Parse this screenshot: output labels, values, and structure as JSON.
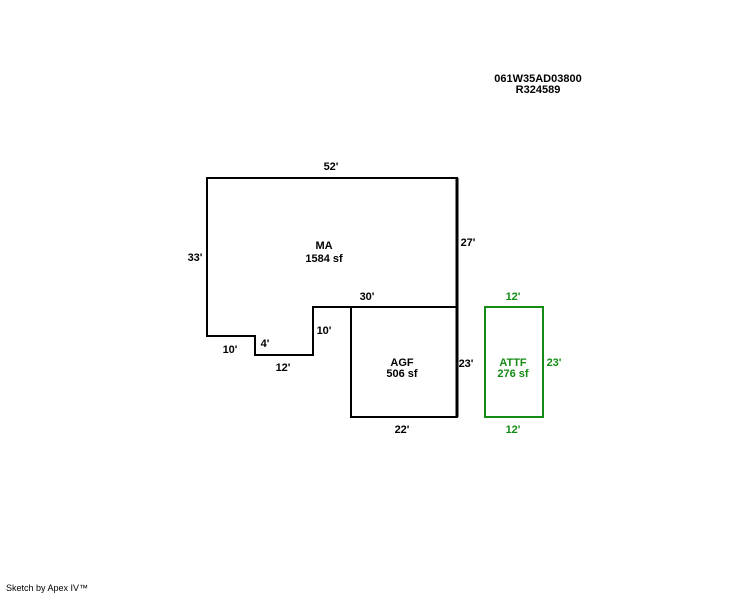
{
  "header": {
    "parcel_id": "061W35AD03800",
    "account": "R324589"
  },
  "colors": {
    "main": "#000000",
    "attached": "#148c14"
  },
  "areas": {
    "ma": {
      "name": "MA",
      "area": "1584 sf",
      "dims": {
        "top": "52'",
        "left": "33'",
        "right": "27'",
        "inner_top": "30'",
        "inner_vertical": "10'",
        "step_vertical": "4'",
        "step_bottom": "10'",
        "bottom": "12'"
      }
    },
    "agf": {
      "name": "AGF",
      "area": "506 sf",
      "dims": {
        "right": "23'",
        "bottom": "22'"
      }
    },
    "attf": {
      "name": "ATTF",
      "area": "276 sf",
      "dims": {
        "top": "12'",
        "right": "23'",
        "bottom": "12'"
      }
    }
  },
  "footer": {
    "credit": "Sketch by Apex IV™"
  }
}
